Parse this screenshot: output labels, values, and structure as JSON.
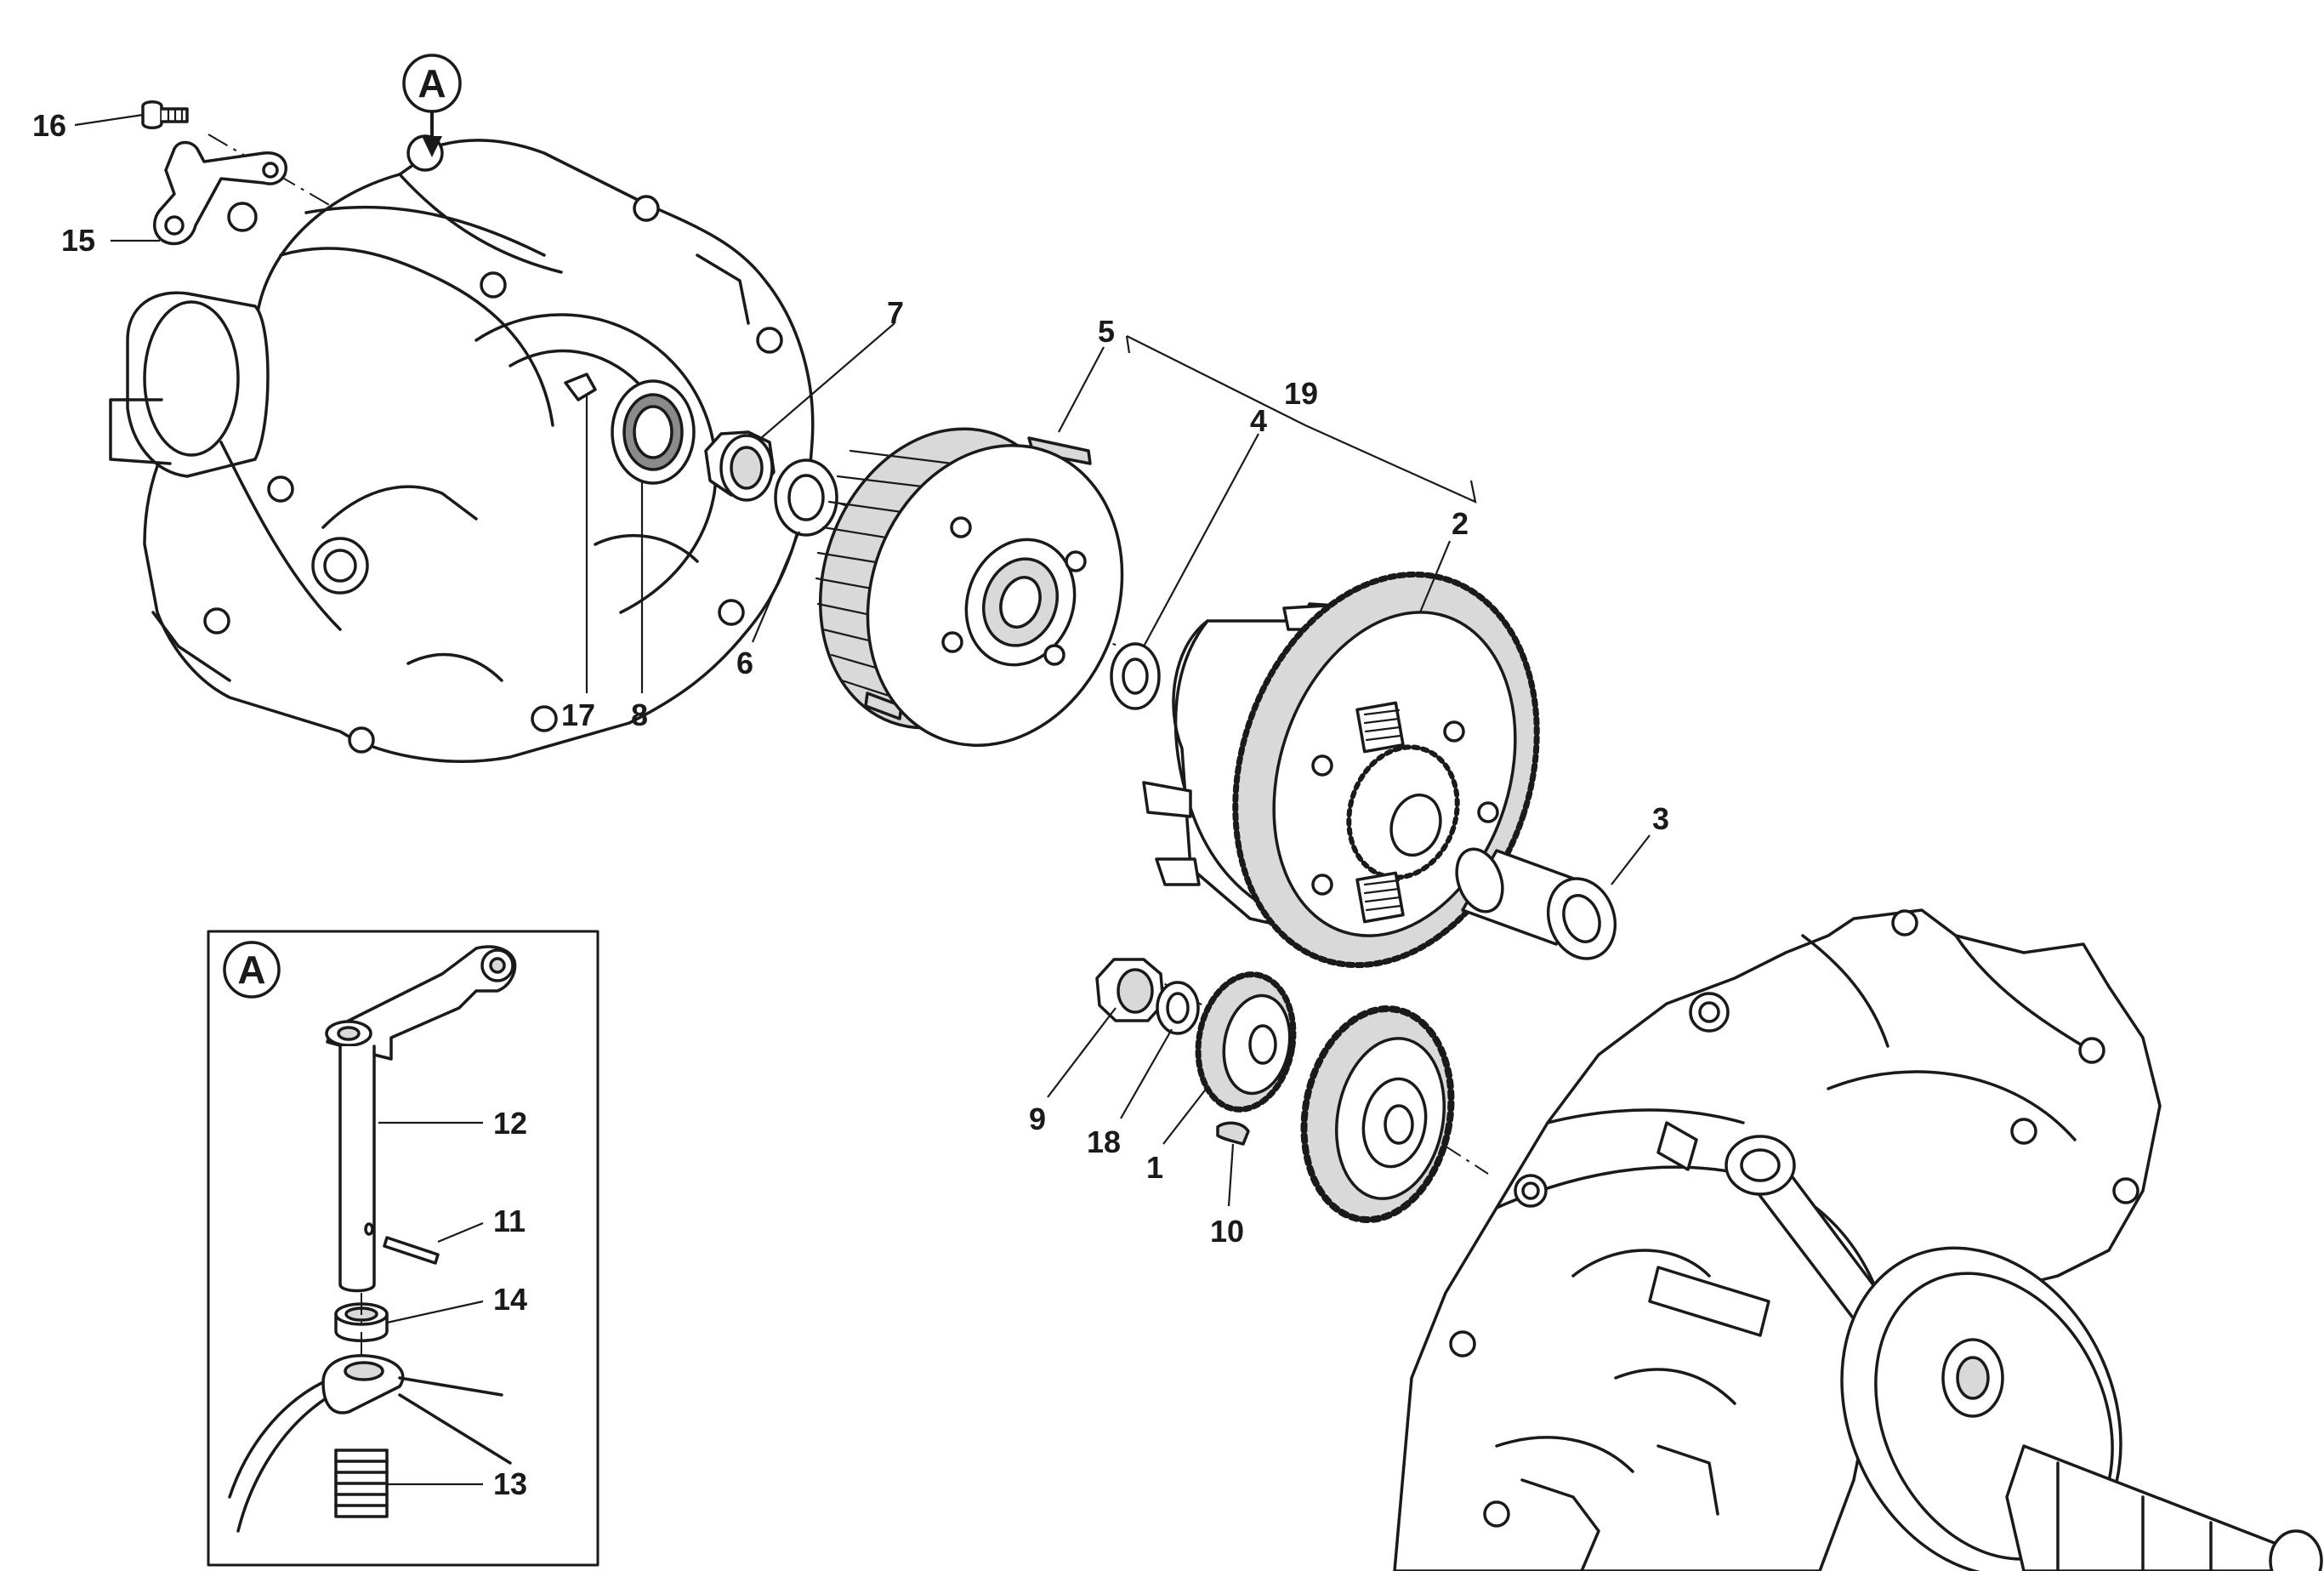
{
  "detail_view": {
    "marker": "A"
  },
  "callouts": [
    {
      "key": "c16",
      "label": "16"
    },
    {
      "key": "c15",
      "label": "15"
    },
    {
      "key": "c7",
      "label": "7"
    },
    {
      "key": "c5",
      "label": "5"
    },
    {
      "key": "c19",
      "label": "19"
    },
    {
      "key": "c4",
      "label": "4"
    },
    {
      "key": "c2",
      "label": "2"
    },
    {
      "key": "c6",
      "label": "6"
    },
    {
      "key": "c17",
      "label": "17"
    },
    {
      "key": "c8",
      "label": "8"
    },
    {
      "key": "c3",
      "label": "3"
    },
    {
      "key": "c12",
      "label": "12"
    },
    {
      "key": "c11",
      "label": "11"
    },
    {
      "key": "c14",
      "label": "14"
    },
    {
      "key": "c13",
      "label": "13"
    },
    {
      "key": "c9",
      "label": "9"
    },
    {
      "key": "c18",
      "label": "18"
    },
    {
      "key": "c1",
      "label": "1"
    },
    {
      "key": "c10",
      "label": "10"
    }
  ]
}
